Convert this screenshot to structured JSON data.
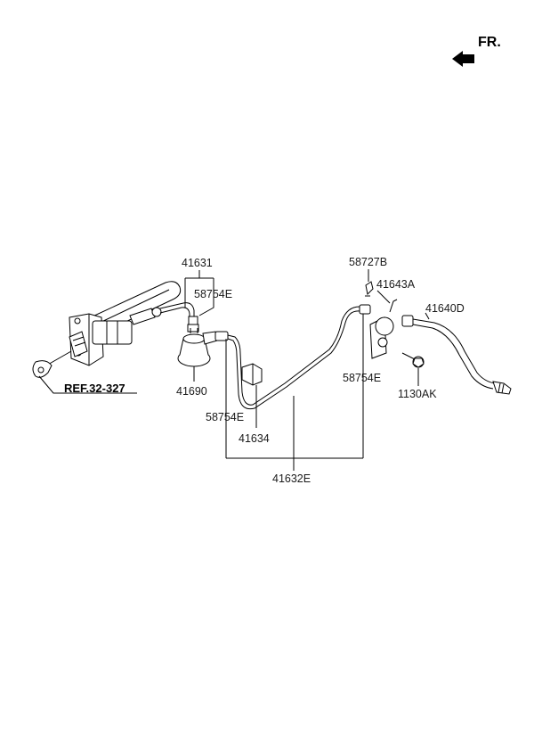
{
  "direction": {
    "text": "FR.",
    "icon": "forward-arrow-icon"
  },
  "reference": {
    "text": "REF.32-327"
  },
  "labels": {
    "p41631": "41631",
    "p58754E_a": "58754E",
    "p41690": "41690",
    "p58727B": "58727B",
    "p41643A": "41643A",
    "p41640D": "41640D",
    "p58754E_b": "58754E",
    "p1130AK": "1130AK",
    "p58754E_c": "58754E",
    "p41634": "41634",
    "p41632E": "41632E"
  }
}
